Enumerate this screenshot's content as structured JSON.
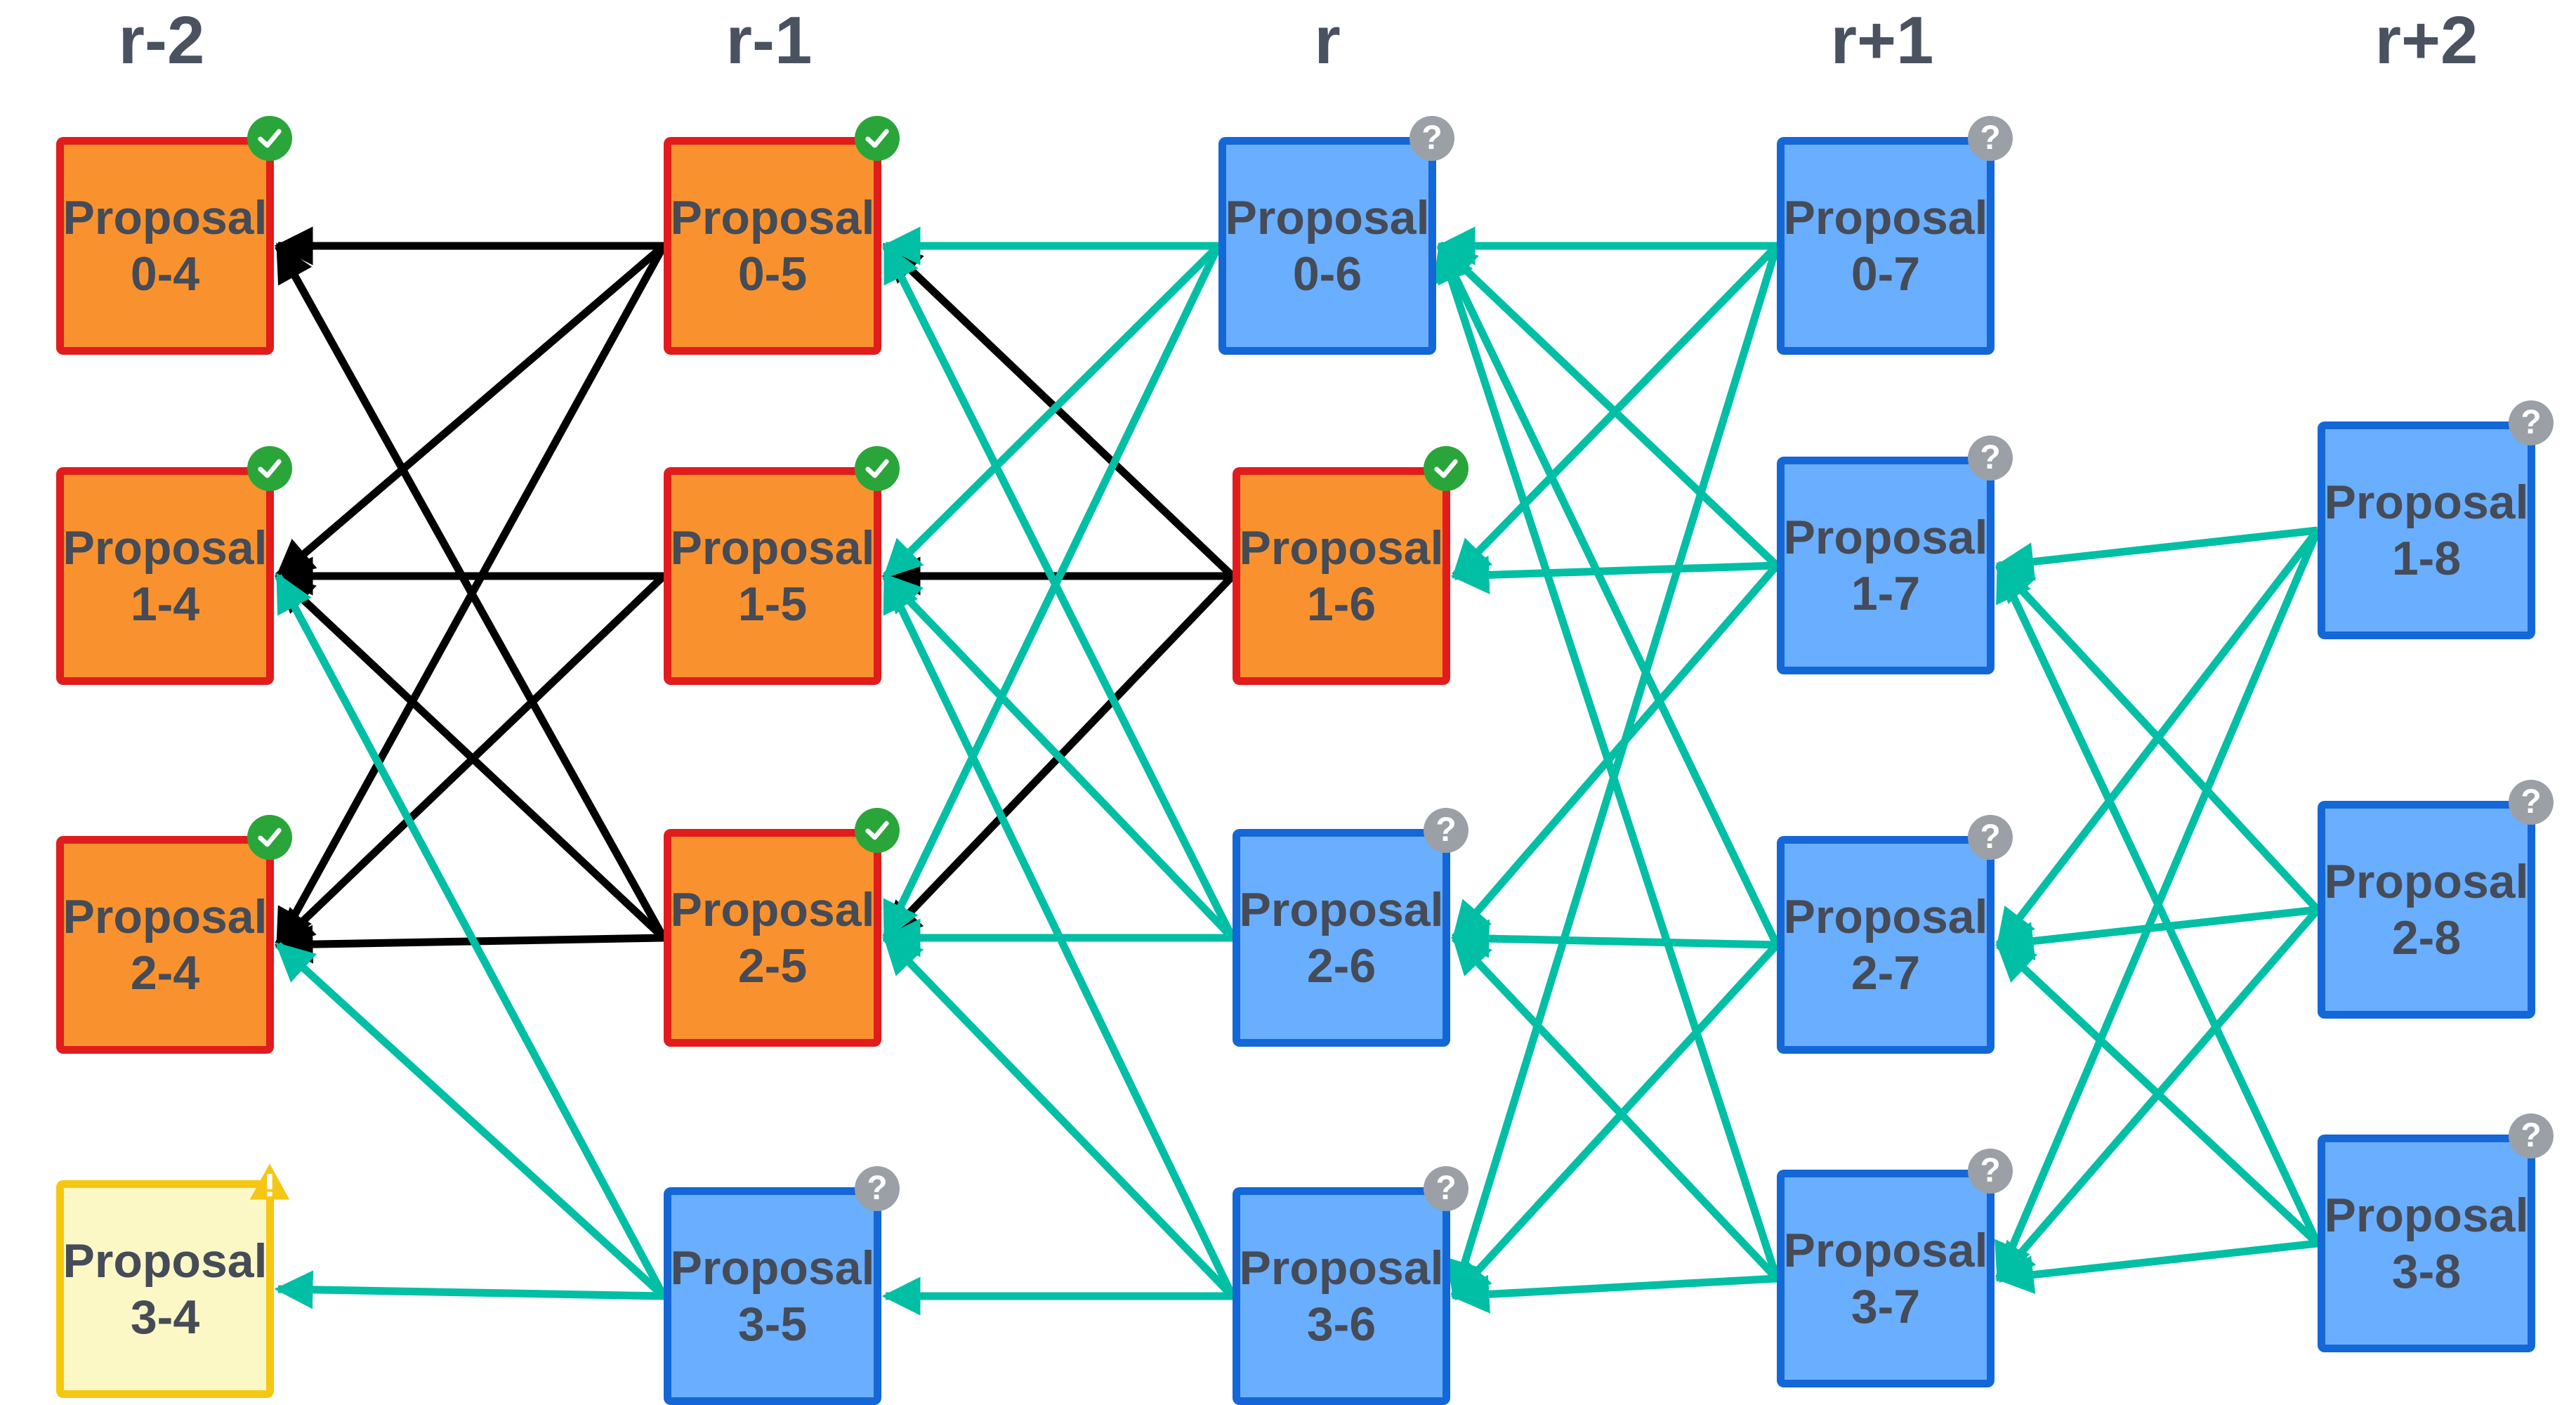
{
  "rounds": [
    "r-2",
    "r-1",
    "r",
    "r+1",
    "r+2"
  ],
  "colors": {
    "committed_fill": "#f9922e",
    "committed_border": "#e21c1c",
    "pending_fill": "#6aaeff",
    "pending_border": "#1467d6",
    "warning_fill": "#fbf8c6",
    "warning_border": "#f6c712",
    "edge_committed": "#000000",
    "edge_pending": "#00bfa5",
    "badge_check": "#2aa53a",
    "badge_question": "#9aa0a6"
  },
  "nodes": [
    {
      "id": "0-4",
      "label": "Proposal\n0-4",
      "round": 0,
      "status": "committed",
      "badge": "check-icon"
    },
    {
      "id": "1-4",
      "label": "Proposal\n1-4",
      "round": 0,
      "status": "committed",
      "badge": "check-icon"
    },
    {
      "id": "2-4",
      "label": "Proposal\n2-4",
      "round": 0,
      "status": "committed",
      "badge": "check-icon"
    },
    {
      "id": "3-4",
      "label": "Proposal\n3-4",
      "round": 0,
      "status": "warning",
      "badge": "warning-icon"
    },
    {
      "id": "0-5",
      "label": "Proposal\n0-5",
      "round": 1,
      "status": "committed",
      "badge": "check-icon"
    },
    {
      "id": "1-5",
      "label": "Proposal\n1-5",
      "round": 1,
      "status": "committed",
      "badge": "check-icon"
    },
    {
      "id": "2-5",
      "label": "Proposal\n2-5",
      "round": 1,
      "status": "committed",
      "badge": "check-icon"
    },
    {
      "id": "3-5",
      "label": "Proposal\n3-5",
      "round": 1,
      "status": "pending",
      "badge": "question-icon"
    },
    {
      "id": "0-6",
      "label": "Proposal\n0-6",
      "round": 2,
      "status": "pending",
      "badge": "question-icon"
    },
    {
      "id": "1-6",
      "label": "Proposal\n1-6",
      "round": 2,
      "status": "committed",
      "badge": "check-icon"
    },
    {
      "id": "2-6",
      "label": "Proposal\n2-6",
      "round": 2,
      "status": "pending",
      "badge": "question-icon"
    },
    {
      "id": "3-6",
      "label": "Proposal\n3-6",
      "round": 2,
      "status": "pending",
      "badge": "question-icon"
    },
    {
      "id": "0-7",
      "label": "Proposal\n0-7",
      "round": 3,
      "status": "pending",
      "badge": "question-icon"
    },
    {
      "id": "1-7",
      "label": "Proposal\n1-7",
      "round": 3,
      "status": "pending",
      "badge": "question-icon"
    },
    {
      "id": "2-7",
      "label": "Proposal\n2-7",
      "round": 3,
      "status": "pending",
      "badge": "question-icon"
    },
    {
      "id": "3-7",
      "label": "Proposal\n3-7",
      "round": 3,
      "status": "pending",
      "badge": "question-icon"
    },
    {
      "id": "1-8",
      "label": "Proposal\n1-8",
      "round": 4,
      "status": "pending",
      "badge": "question-icon"
    },
    {
      "id": "2-8",
      "label": "Proposal\n2-8",
      "round": 4,
      "status": "pending",
      "badge": "question-icon"
    },
    {
      "id": "3-8",
      "label": "Proposal\n3-8",
      "round": 4,
      "status": "pending",
      "badge": "question-icon"
    }
  ],
  "edges": [
    {
      "from": "0-5",
      "to": "0-4",
      "kind": "committed"
    },
    {
      "from": "0-5",
      "to": "1-4",
      "kind": "committed"
    },
    {
      "from": "0-5",
      "to": "2-4",
      "kind": "committed"
    },
    {
      "from": "1-5",
      "to": "1-4",
      "kind": "committed"
    },
    {
      "from": "1-5",
      "to": "2-4",
      "kind": "committed"
    },
    {
      "from": "2-5",
      "to": "0-4",
      "kind": "committed"
    },
    {
      "from": "2-5",
      "to": "1-4",
      "kind": "committed"
    },
    {
      "from": "2-5",
      "to": "2-4",
      "kind": "committed"
    },
    {
      "from": "3-5",
      "to": "1-4",
      "kind": "pending"
    },
    {
      "from": "3-5",
      "to": "2-4",
      "kind": "pending"
    },
    {
      "from": "3-5",
      "to": "3-4",
      "kind": "pending"
    },
    {
      "from": "1-6",
      "to": "0-5",
      "kind": "committed"
    },
    {
      "from": "1-6",
      "to": "1-5",
      "kind": "committed"
    },
    {
      "from": "1-6",
      "to": "2-5",
      "kind": "committed"
    },
    {
      "from": "0-6",
      "to": "0-5",
      "kind": "pending"
    },
    {
      "from": "0-6",
      "to": "1-5",
      "kind": "pending"
    },
    {
      "from": "0-6",
      "to": "2-5",
      "kind": "pending"
    },
    {
      "from": "2-6",
      "to": "0-5",
      "kind": "pending"
    },
    {
      "from": "2-6",
      "to": "1-5",
      "kind": "pending"
    },
    {
      "from": "2-6",
      "to": "2-5",
      "kind": "pending"
    },
    {
      "from": "3-6",
      "to": "1-5",
      "kind": "pending"
    },
    {
      "from": "3-6",
      "to": "2-5",
      "kind": "pending"
    },
    {
      "from": "3-6",
      "to": "3-5",
      "kind": "pending"
    },
    {
      "from": "0-7",
      "to": "0-6",
      "kind": "pending"
    },
    {
      "from": "0-7",
      "to": "1-6",
      "kind": "pending"
    },
    {
      "from": "0-7",
      "to": "3-6",
      "kind": "pending"
    },
    {
      "from": "1-7",
      "to": "0-6",
      "kind": "pending"
    },
    {
      "from": "1-7",
      "to": "1-6",
      "kind": "pending"
    },
    {
      "from": "1-7",
      "to": "2-6",
      "kind": "pending"
    },
    {
      "from": "2-7",
      "to": "0-6",
      "kind": "pending"
    },
    {
      "from": "2-7",
      "to": "2-6",
      "kind": "pending"
    },
    {
      "from": "2-7",
      "to": "3-6",
      "kind": "pending"
    },
    {
      "from": "3-7",
      "to": "0-6",
      "kind": "pending"
    },
    {
      "from": "3-7",
      "to": "2-6",
      "kind": "pending"
    },
    {
      "from": "3-7",
      "to": "3-6",
      "kind": "pending"
    },
    {
      "from": "1-8",
      "to": "1-7",
      "kind": "pending"
    },
    {
      "from": "1-8",
      "to": "2-7",
      "kind": "pending"
    },
    {
      "from": "1-8",
      "to": "3-7",
      "kind": "pending"
    },
    {
      "from": "2-8",
      "to": "1-7",
      "kind": "pending"
    },
    {
      "from": "2-8",
      "to": "2-7",
      "kind": "pending"
    },
    {
      "from": "2-8",
      "to": "3-7",
      "kind": "pending"
    },
    {
      "from": "3-8",
      "to": "1-7",
      "kind": "pending"
    },
    {
      "from": "3-8",
      "to": "2-7",
      "kind": "pending"
    },
    {
      "from": "3-8",
      "to": "3-7",
      "kind": "pending"
    }
  ]
}
